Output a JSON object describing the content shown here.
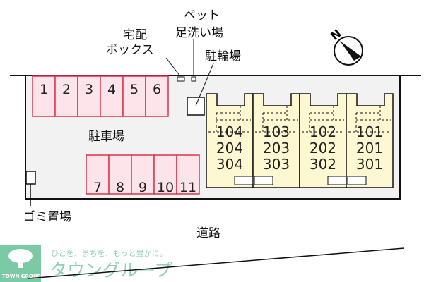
{
  "labels": {
    "delivery_box": [
      "宅配",
      "ボックス"
    ],
    "pet_wash": [
      "ペット",
      "足洗い場"
    ],
    "bicycle_parking": "駐輪場",
    "parking_lot": "駐車場",
    "garbage": "ゴミ置場",
    "road": "道路"
  },
  "compass": {
    "label": "N"
  },
  "parking_spaces_top": [
    "1",
    "2",
    "3",
    "4",
    "5",
    "6"
  ],
  "parking_spaces_bottom": [
    "7",
    "8",
    "9",
    "10",
    "11"
  ],
  "units": [
    {
      "rooms": [
        "104",
        "204",
        "304"
      ]
    },
    {
      "rooms": [
        "103",
        "203",
        "303"
      ]
    },
    {
      "rooms": [
        "102",
        "202",
        "302"
      ]
    },
    {
      "rooms": [
        "101",
        "201",
        "301"
      ]
    }
  ],
  "logo": {
    "slogan": "ひとを、まちを、もっと豊かに。",
    "name_jp": "タウングループ",
    "name_en": "TOWN GROUP"
  },
  "colors": {
    "parking_fill": "#fde4ea",
    "parking_stroke": "#d9344f",
    "building_fill": "#fdf8d2",
    "lot_fill": "#f2f2f2",
    "logo_green": "#7cc9a6"
  }
}
